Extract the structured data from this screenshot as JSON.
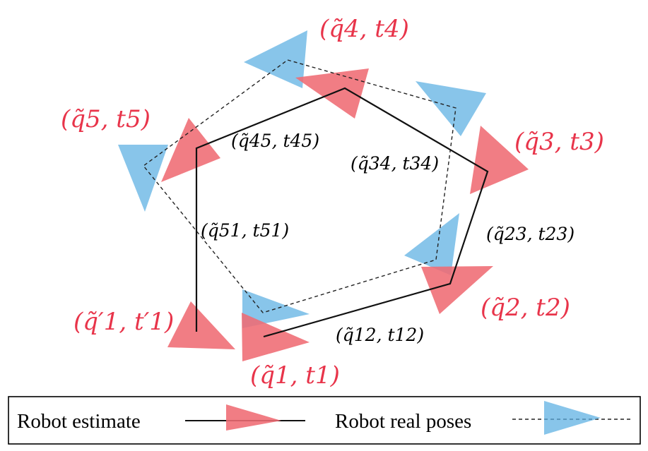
{
  "colors": {
    "estimate": "#ef6b73",
    "real": "#5aaee2",
    "label_accent": "#e8344a"
  },
  "pose_labels": {
    "q4": "(q̃4, t4)",
    "q5": "(q̃5, t5)",
    "q3": "(q̃3, t3)",
    "q2": "(q̃2, t2)",
    "q1": "(q̃1, t1)",
    "q1_prime": "(q̃′1, t′1)"
  },
  "edge_labels": {
    "e45": "(q̃45, t45)",
    "e34": "(q̃34, t34)",
    "e51": "(q̃51, t51)",
    "e23": "(q̃23, t23)",
    "e12": "(q̃12, t12)"
  },
  "legend": {
    "estimate_label": "Robot estimate",
    "real_label": "Robot real poses",
    "estimate_icon": "red-triangle-icon",
    "real_icon": "blue-triangle-icon"
  }
}
